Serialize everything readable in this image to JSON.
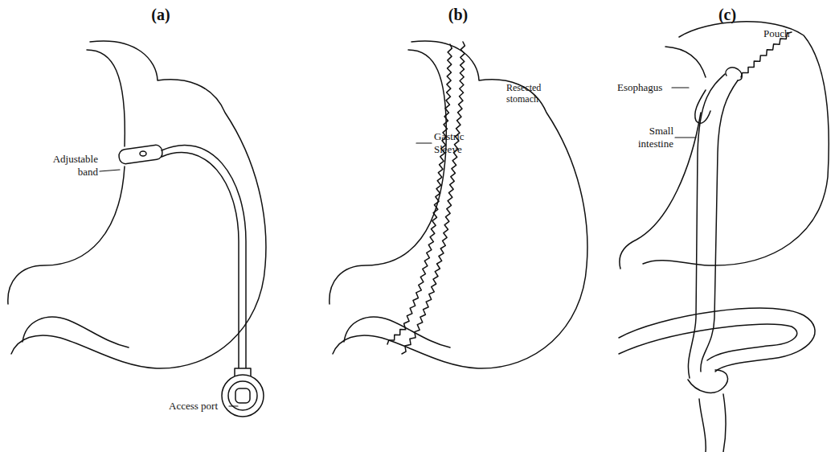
{
  "diagram": {
    "labels": [
      "(a)",
      "(b)",
      "(c)",
      "Adjustable band",
      "Access port",
      "Gastric Sleeve",
      "Resected stomach",
      "Pouch",
      "Esophagus",
      "Small intestine"
    ]
  }
}
